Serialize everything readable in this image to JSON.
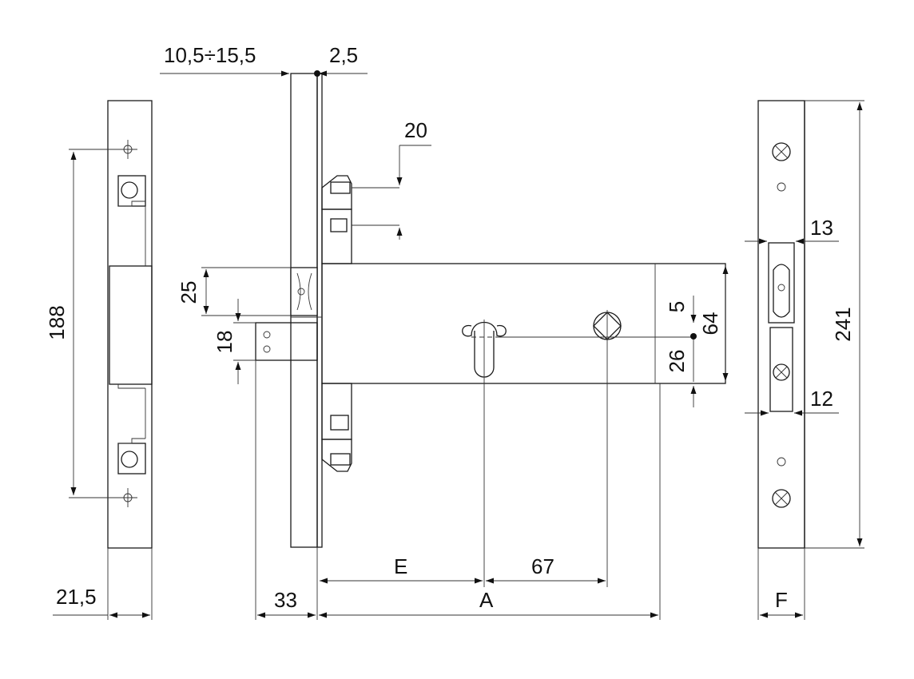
{
  "dimensions": {
    "backset_range": "10,5÷15,5",
    "faceplate_offset": "2,5",
    "bolt_projection": "20",
    "latch_height": "25",
    "deadbolt_height": "18",
    "fixing_centres": "188",
    "strike_width": "21,5",
    "case_depth": "33",
    "backset": "E",
    "handle_centres": "67",
    "total_depth": "A",
    "top_offset": "5",
    "bottom_offset": "26",
    "case_height": "64",
    "latch_opening": "13",
    "bolt_opening": "12",
    "strike_length": "241",
    "strike_depth": "F"
  }
}
